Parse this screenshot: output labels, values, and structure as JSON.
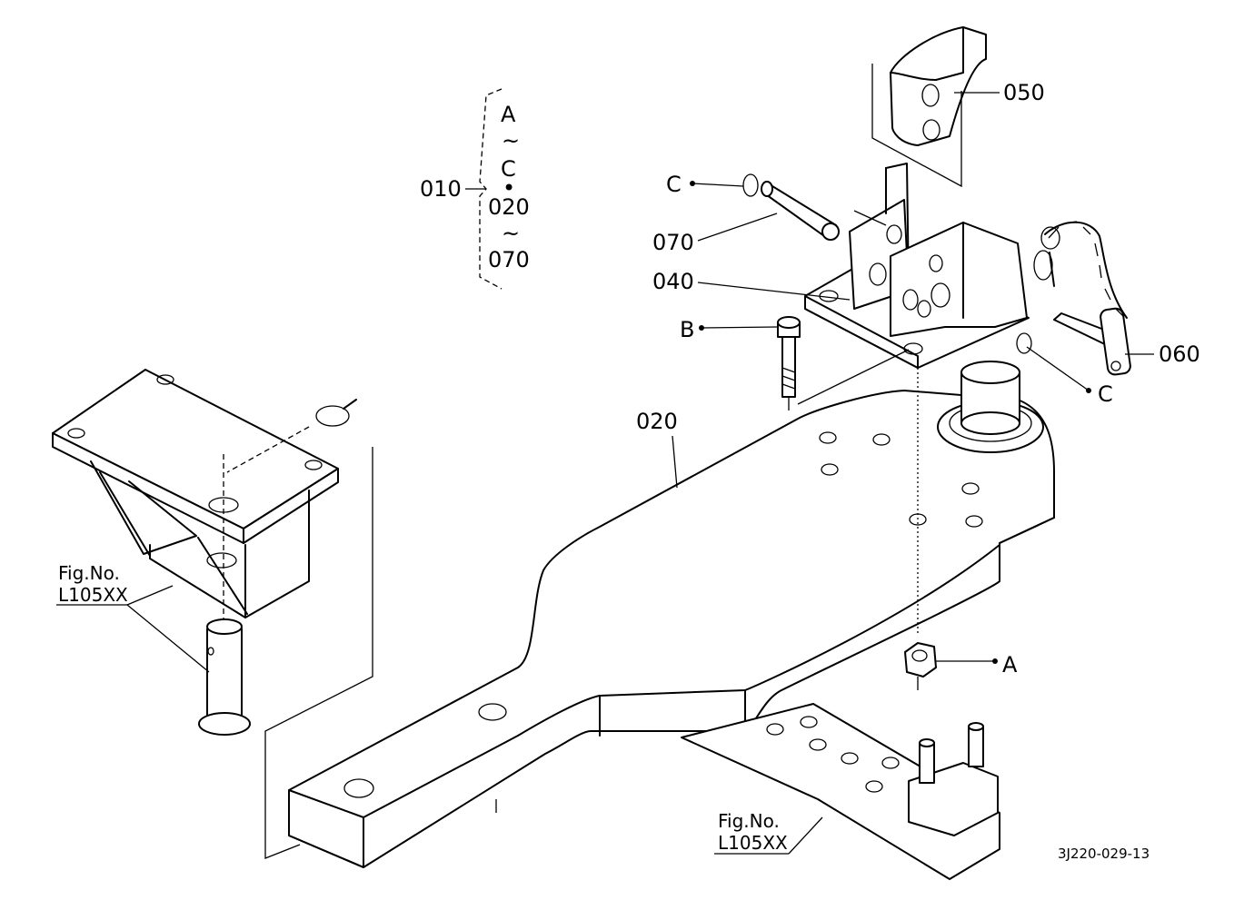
{
  "diagram": {
    "ref_code": "3J220-029-13",
    "brace_label": "010",
    "brace_items": [
      "A",
      "~",
      "C",
      "•",
      "020",
      "~",
      "070"
    ],
    "parts": {
      "p050": "050",
      "p070": "070",
      "p040": "040",
      "p060": "060",
      "p020": "020"
    },
    "refs": {
      "c_left": "C",
      "c_right": "C",
      "b": "B",
      "a": "A"
    },
    "fig_refs": [
      {
        "line1": "Fig.No.",
        "line2": "L105XX"
      },
      {
        "line1": "Fig.No.",
        "line2": "L105XX"
      }
    ]
  }
}
